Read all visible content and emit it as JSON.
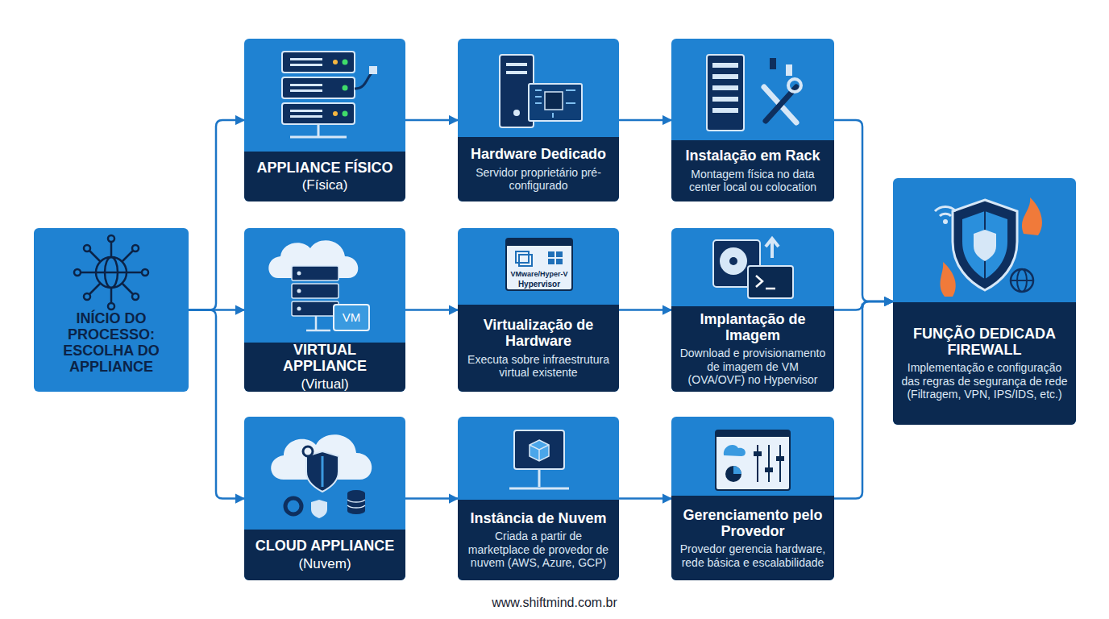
{
  "diagram": {
    "nodes": [
      {
        "text": [
          "INÍCIO DO PROCESSO: ESCOLHA DO APPLIANCE"
        ]
      },
      {
        "text": [
          "APPLIANCE FÍSICO",
          "(Física)"
        ]
      },
      {
        "text": [
          "Hardware Dedicado",
          "Servidor proprietário pré-configurado"
        ]
      },
      {
        "text": [
          "Instalação em Rack",
          "Montagem física no data center local ou colocation"
        ]
      },
      {
        "text": [
          "VIRTUAL APPLIANCE",
          "(Virtual)"
        ]
      },
      {
        "text": [
          "Virtualização de Hardware",
          "Executa sobre infraestrutura virtual existente"
        ]
      },
      {
        "text": [
          "Implantação de Imagem",
          "Download e provisionamento de imagem de VM (OVA/OVF) no Hypervisor"
        ]
      },
      {
        "text": [
          "CLOUD APPLIANCE",
          "(Nuvem)"
        ]
      },
      {
        "text": [
          "Instância de Nuvem",
          "Criada a partir de marketplace de provedor de nuvem (AWS, Azure, GCP)"
        ]
      },
      {
        "text": [
          "Gerenciamento pelo Provedor",
          "Provedor gerencia hardware, rede básica e escalabilidade"
        ]
      },
      {
        "text": [
          "FUNÇÃO DEDICADA FIREWALL",
          "Implementação e configuração das regras de segurança de rede (Filtragem, VPN, IPS/IDS, etc.)"
        ]
      }
    ],
    "edges": [
      {
        "from": 0,
        "to": 1,
        "arrow": "to"
      },
      {
        "from": 0,
        "to": 4,
        "arrow": "to"
      },
      {
        "from": 0,
        "to": 7,
        "arrow": "to"
      },
      {
        "from": 1,
        "to": 2,
        "arrow": "to"
      },
      {
        "from": 2,
        "to": 3,
        "arrow": "to"
      },
      {
        "from": 4,
        "to": 5,
        "arrow": "to"
      },
      {
        "from": 5,
        "to": 6,
        "arrow": "to"
      },
      {
        "from": 7,
        "to": 8,
        "arrow": "to"
      },
      {
        "from": 8,
        "to": 9,
        "arrow": "to"
      },
      {
        "from": 3,
        "to": 10,
        "arrow": "to"
      },
      {
        "from": 6,
        "to": 10,
        "arrow": "to"
      },
      {
        "from": 9,
        "to": 10,
        "arrow": "to"
      }
    ],
    "labels": [
      "VM",
      "VMware/Hyper-V",
      "Hypervisor",
      "www.shiftmind.com.br"
    ]
  }
}
